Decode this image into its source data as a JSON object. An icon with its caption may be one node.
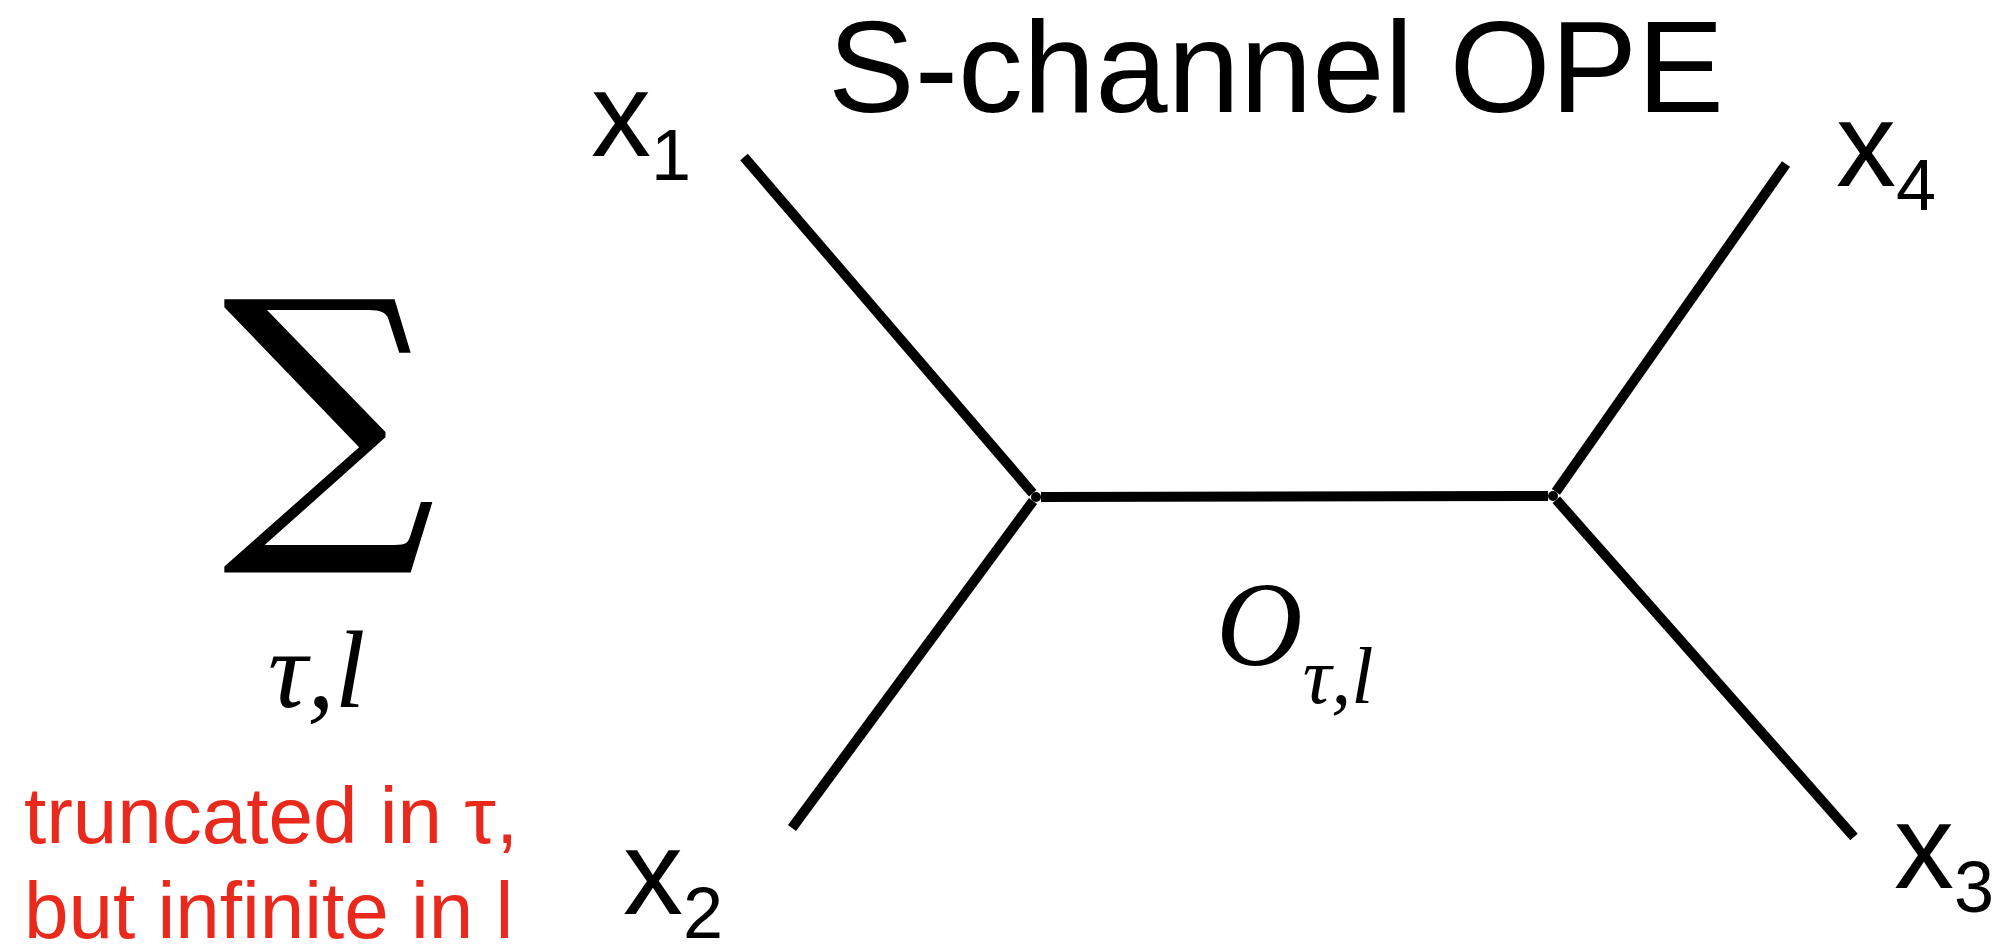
{
  "diagram": {
    "title": "S-channel OPE",
    "nodes": [
      {
        "text": [
          "x$_{1}$"
        ]
      },
      {
        "text": [
          "x$_{4}$"
        ]
      },
      {
        "text": [],
        "shape": "dot"
      },
      {
        "text": [],
        "shape": "dot"
      },
      {
        "text": [
          "x$_{2}$"
        ]
      },
      {
        "text": [
          "x$_{3}$"
        ]
      }
    ],
    "edges": [
      {
        "from": 0,
        "to": 2,
        "arrow": "none"
      },
      {
        "from": 4,
        "to": 2,
        "arrow": "none"
      },
      {
        "from": 2,
        "to": 3,
        "arrow": "none",
        "label": "O$_{τ,l}$"
      },
      {
        "from": 3,
        "to": 1,
        "arrow": "none"
      },
      {
        "from": 3,
        "to": 5,
        "arrow": "none"
      }
    ],
    "labels": [
      "∑",
      "τ,l",
      "truncated in τ, but infinite in l"
    ]
  }
}
